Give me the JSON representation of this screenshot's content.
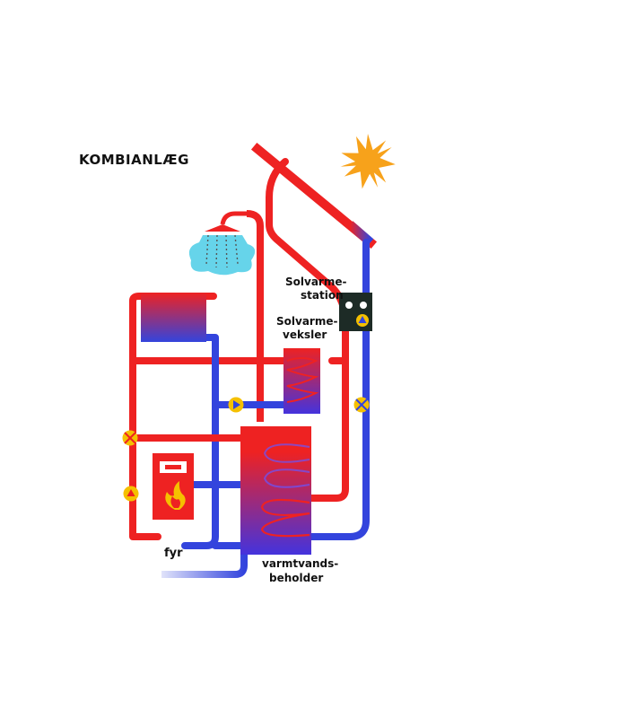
{
  "title": "KOMBIANLÆG",
  "labels": {
    "solar_station_line1": "Solvarme-",
    "solar_station_line2": "station",
    "solar_exchanger_line1": "Solvarme-",
    "solar_exchanger_line2": "veksler",
    "boiler": "fyr",
    "tank_line1": "varmtvands-",
    "tank_line2": "beholder"
  },
  "colors": {
    "hot": "#ee2222",
    "cold": "#3344dd",
    "sun": "#f7a21b",
    "pump": "#f5c000",
    "shower_water": "#66d4ea",
    "station": "#1d2b26"
  },
  "icons": [
    "sun-icon",
    "shower-icon",
    "radiator-icon",
    "pump-icon",
    "flame-icon",
    "solar-collector-icon"
  ]
}
